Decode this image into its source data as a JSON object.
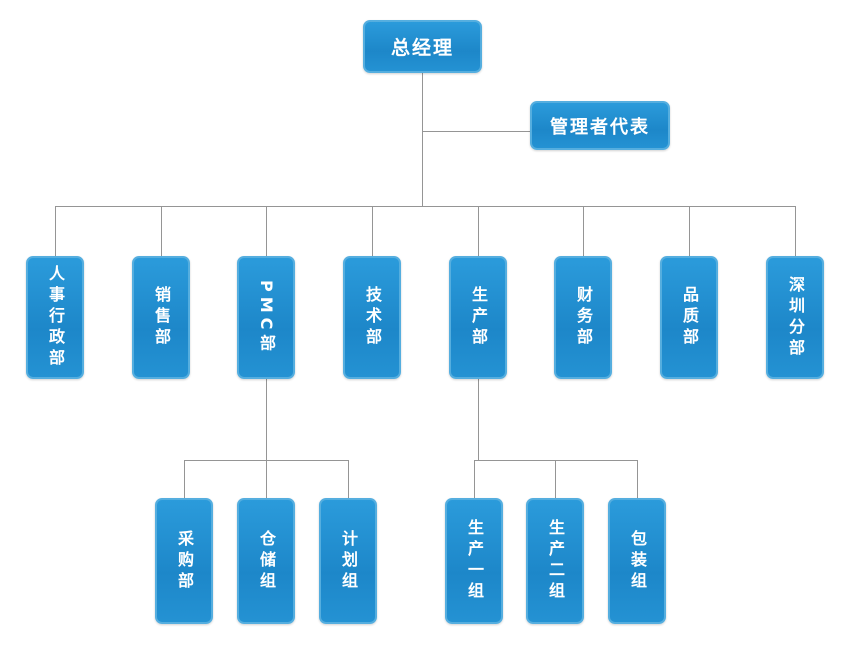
{
  "org": {
    "root": {
      "label": "总经理"
    },
    "assistant": {
      "label": "管理者代表"
    },
    "level2": [
      {
        "label": "人事行政部"
      },
      {
        "label": "销售部"
      },
      {
        "label": "PMC部"
      },
      {
        "label": "技术部"
      },
      {
        "label": "生产部"
      },
      {
        "label": "财务部"
      },
      {
        "label": "品质部"
      },
      {
        "label": "深圳分部"
      }
    ],
    "pmc_children": [
      {
        "label": "采购部"
      },
      {
        "label": "仓储组"
      },
      {
        "label": "计划组"
      }
    ],
    "production_children": [
      {
        "label": "生产一组"
      },
      {
        "label": "生产二组"
      },
      {
        "label": "包装组"
      }
    ]
  },
  "colors": {
    "node_fill_top": "#2b9bdb",
    "node_fill_bottom": "#1d87c9",
    "node_border": "#55aedf",
    "node_text": "#ffffff",
    "connector": "#959595",
    "background": "#ffffff"
  }
}
